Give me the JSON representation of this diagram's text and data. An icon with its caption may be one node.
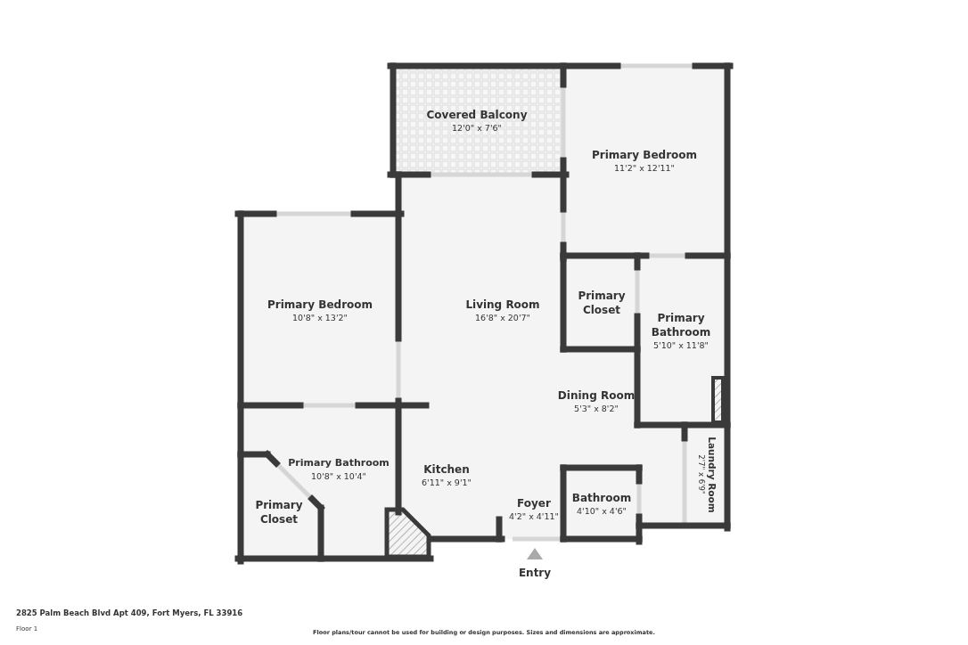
{
  "diagram": {
    "nodes": [
      {
        "text": [
          "Covered Balcony",
          "12'0\" x 7'6\""
        ]
      },
      {
        "text": [
          "Primary Bedroom",
          "11'2\" x 12'11\""
        ]
      },
      {
        "text": [
          "Primary Bedroom",
          "10'8\" x 13'2\""
        ]
      },
      {
        "text": [
          "Living Room",
          "16'8\" x 20'7\""
        ]
      },
      {
        "text": [
          "Primary Closet"
        ]
      },
      {
        "text": [
          "Primary Bathroom",
          "5'10\" x 11'8\""
        ]
      },
      {
        "text": [
          "Dining Room",
          "5'3\" x 8'2\""
        ]
      },
      {
        "text": [
          "Laundry Room",
          "2'7\" x 6'9\""
        ]
      },
      {
        "text": [
          "Primary Bathroom",
          "10'8\" x 10'4\""
        ]
      },
      {
        "text": [
          "Kitchen",
          "6'11\" x 9'1\""
        ]
      },
      {
        "text": [
          "Primary Closet"
        ]
      },
      {
        "text": [
          "Bathroom",
          "4'10\" x 4'6\""
        ]
      },
      {
        "text": [
          "Foyer",
          "4'2\" x 4'11\""
        ]
      }
    ],
    "edges": [],
    "labels": [
      "Entry",
      "2825 Palm Beach Blvd Apt 409, Fort Myers, FL 33916",
      "Floor 1",
      "Floor plans/tour cannot be used for building or design purposes. Sizes and dimensions are approximate."
    ]
  }
}
